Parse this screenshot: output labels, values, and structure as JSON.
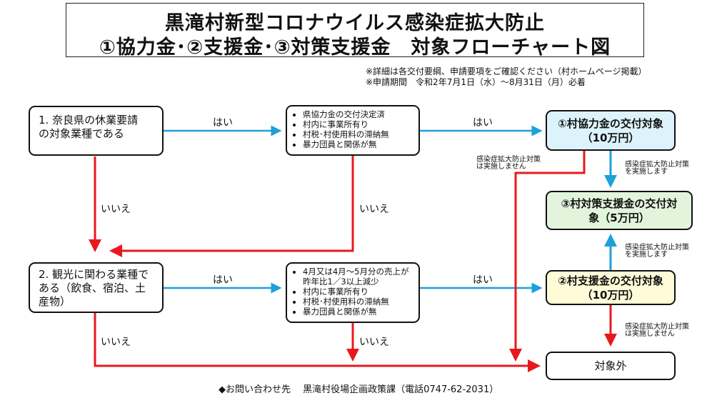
{
  "title": {
    "line1": "黒滝村新型コロナウイルス感染症拡大防止",
    "line2": "①協力金･②支援金･③対策支援金　対象フローチャート図"
  },
  "notes": [
    "※詳細は各交付要綱、申請要項をご確認ください（村ホームページ掲載）",
    "※申請期間　令和2年7月1日（水）～8月31日（月）必着"
  ],
  "q1": {
    "line1": "1. 奈良県の休業要請",
    "line2": "の対象業種である"
  },
  "q2": {
    "line1": "2. 観光に関わる業種で",
    "line2": "ある（飲食、宿泊、土",
    "line3": "産物）"
  },
  "cond1": [
    "県協力金の交付決定済",
    "村内に事業所有り",
    "村税･村使用料の滞納無",
    "暴力団員と関係が無"
  ],
  "cond2": [
    "4月又は4月～5月分の売上が昨年比1／3以上減少",
    "村内に事業所有り",
    "村税･村使用料の滞納無",
    "暴力団員と関係が無"
  ],
  "result1": {
    "line1": "①村協力金の交付対象",
    "line2": "（10万円）"
  },
  "result3": {
    "line1": "③村対策支援金の交付対",
    "line2": "象（5万円）"
  },
  "result2": {
    "line1": "②村支援金の交付対象",
    "line2": "（10万円）"
  },
  "result_out": "対象外",
  "labels": {
    "yes": "はい",
    "no": "いいえ",
    "implemented": [
      "感染症拡大防止対策",
      "を実施します"
    ],
    "not_implemented": [
      "感染症拡大防止対策",
      "は実施しません"
    ]
  },
  "footer": "◆お問い合わせ先　 黒滝村役場企画政策課（電話0747-62-2031）",
  "colors": {
    "yes_arrow": "#1ea0d8",
    "no_arrow": "#e8191d",
    "result1_bg": "#dcf3fb",
    "result3_bg": "#e2f5dc",
    "result2_bg": "#fffbd8"
  }
}
